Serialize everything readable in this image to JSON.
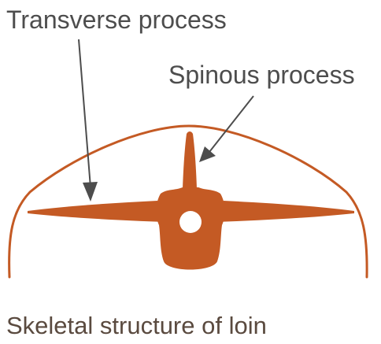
{
  "labels": {
    "transverse": "Transverse process",
    "spinous": "Spinous process"
  },
  "caption": "Skeletal structure of loin",
  "colors": {
    "bone": "#c45a24",
    "outline": "#c45a24",
    "label": "#4d4d4d",
    "arrow": "#4d4d4d",
    "caption": "#5a4a3f",
    "background": "#ffffff"
  }
}
